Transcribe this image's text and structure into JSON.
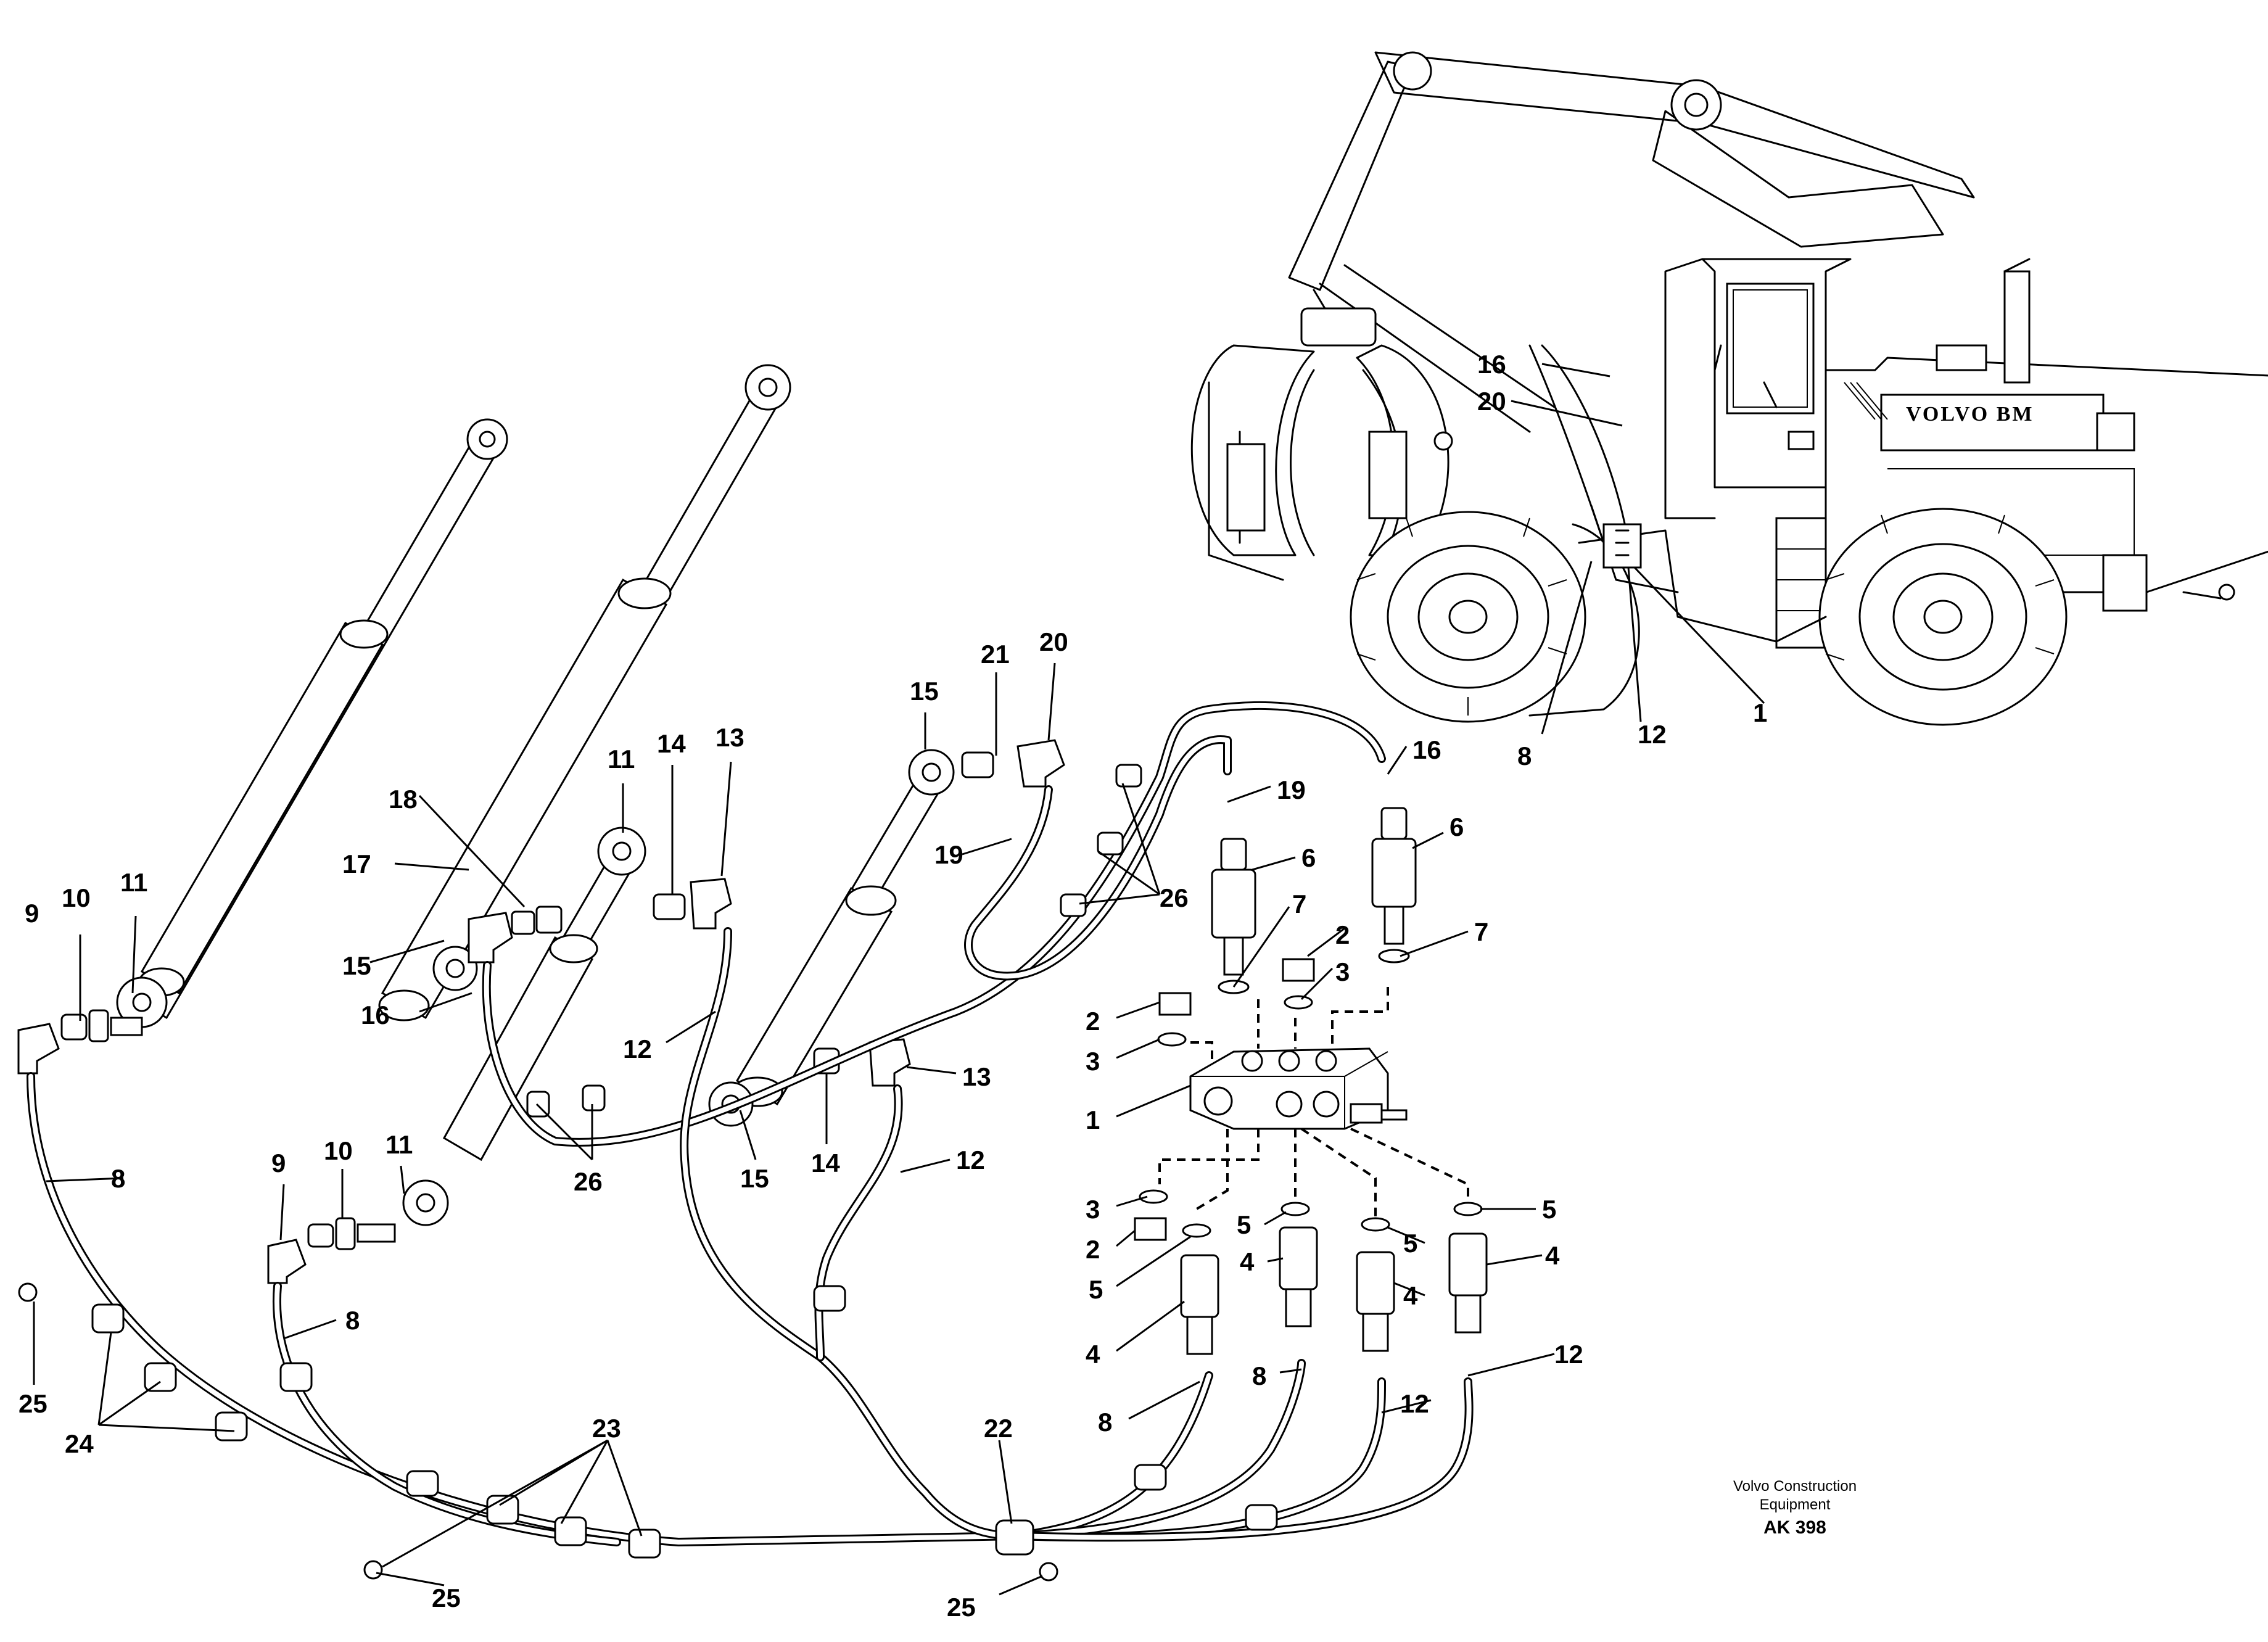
{
  "vehicle_brand": "VOLVO BM",
  "footer": {
    "company_line1": "Volvo Construction",
    "company_line2": "Equipment",
    "reference": "AK 398"
  },
  "labels": {
    "l1_machine": "1",
    "l8_machine": "8",
    "l12_machine": "12",
    "l16_machine": "16",
    "l20_machine": "20",
    "l9_left": "9",
    "l10_left": "10",
    "l11_left": "11",
    "l8_left": "8",
    "l25_left": "25",
    "l24": "24",
    "l18": "18",
    "l17": "17",
    "l15_mid": "15",
    "l16_mid": "16",
    "l11_mid": "11",
    "l14_mid": "14",
    "l13_mid": "13",
    "l12_mid": "12",
    "l26_low": "26",
    "l9_low": "9",
    "l10_low": "10",
    "l11_low": "11",
    "l8_low": "8",
    "l15_top": "15",
    "l21": "21",
    "l20": "20",
    "l19": "19",
    "l26_top": "26",
    "l15_low": "15",
    "l14_low": "14",
    "l13_low": "13",
    "l12_low": "12",
    "l23": "23",
    "l22": "22",
    "l25_mid": "25",
    "l25_right": "25",
    "l16_right": "16",
    "l6_a": "6",
    "l6_b": "6",
    "l7_a": "7",
    "l7_b": "7",
    "l2_a": "2",
    "l3_a": "3",
    "l2_b": "2",
    "l3_b": "3",
    "l1_valve": "1",
    "l3_c": "3",
    "l2_c": "2",
    "l5_a": "5",
    "l5_b": "5",
    "l5_c": "5",
    "l5_d": "5",
    "l4_a": "4",
    "l4_b": "4",
    "l4_c": "4",
    "l4_d": "4",
    "l8_r": "8",
    "l8_r2": "8",
    "l12_r": "12",
    "l12_r2": "12"
  }
}
